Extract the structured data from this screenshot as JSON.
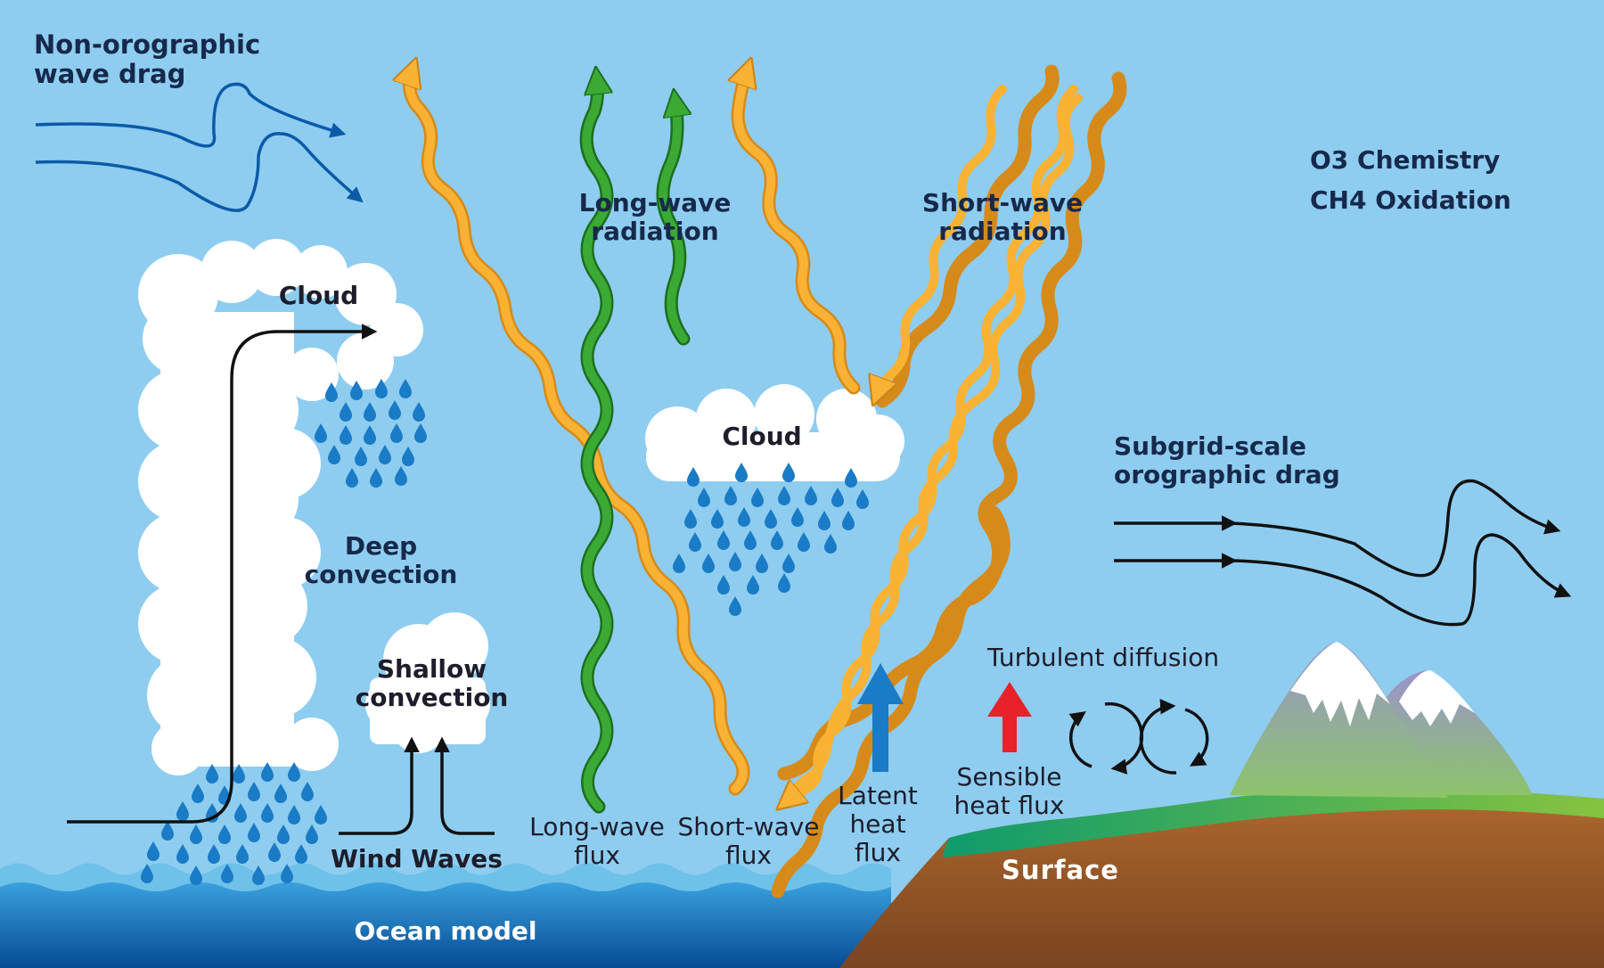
{
  "labels": {
    "non_orographic": [
      "Non-orographic",
      "wave drag"
    ],
    "long_wave_radiation": [
      "Long-wave",
      "radiation"
    ],
    "short_wave_radiation": [
      "Short-wave",
      "radiation"
    ],
    "chemistry": [
      "O3 Chemistry",
      "CH4 Oxidation"
    ],
    "cloud_left": "Cloud",
    "cloud_center": "Cloud",
    "deep_convection": [
      "Deep",
      "convection"
    ],
    "shallow_convection": [
      "Shallow",
      "convection"
    ],
    "subgrid_drag": [
      "Subgrid-scale",
      "orographic drag"
    ],
    "turbulent_diffusion": "Turbulent diffusion",
    "sensible_heat_flux": [
      "Sensible",
      "heat flux"
    ],
    "latent_heat_flux": [
      "Latent",
      "heat",
      "flux"
    ],
    "long_wave_flux": [
      "Long-wave",
      "flux"
    ],
    "short_wave_flux": [
      "Short-wave",
      "flux"
    ],
    "wind_waves": "Wind Waves",
    "surface": "Surface",
    "ocean_model": "Ocean model"
  },
  "colors": {
    "sky": "#8ecdf0",
    "shortwave": "#f9b233",
    "longwave": "#3aaa35",
    "drag_blue": "#0a5aa8",
    "rain": "#1a7bc6",
    "latent_arrow": "#1a7bc6",
    "sensible_arrow": "#e8222b",
    "ocean": "#0b63b3",
    "land": "#9a5a2a"
  }
}
